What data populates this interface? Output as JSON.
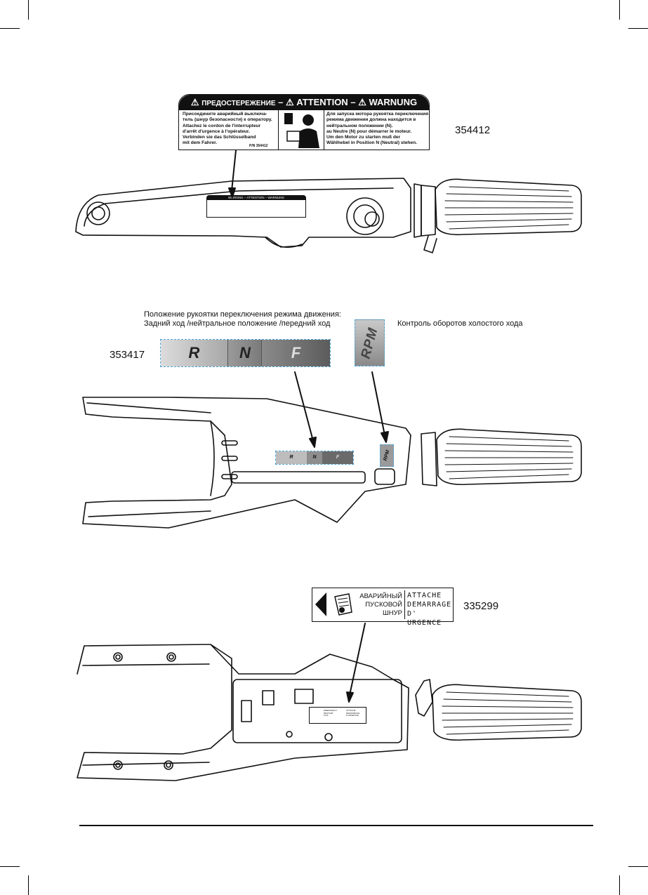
{
  "warning_label": {
    "header": {
      "ru": "ПРЕДОСТЕРЕЖЕНИЕ",
      "en": "ATTENTION",
      "de": "WARNUNG",
      "dash": "–"
    },
    "left_lines": [
      "Присоедините аварийный выключа-",
      "тель (шнур безопасности) к оператору.",
      "Attachez le cordon de l'interrupteur",
      "d'arrêt d'urgence à l'opérateur.",
      "Verbinden sie das Schlüsselband",
      "mit dem Fahrer."
    ],
    "part_ref": "P/N 354412",
    "right_lines": [
      "Для запуска мотора рукоятка переключения",
      "режима движении должна находится в",
      "нейтральном положении (N).",
      "au Neutre (N) pour démarrer le moteur.",
      "Um den Motor zu starten muß der",
      "Wählhebel in Position N (Neutral) stehen."
    ],
    "part_number": "354412",
    "mini_header": "WARNING – ATTENTION – WARNUNG"
  },
  "gear_section": {
    "caption_line1": "Положение рукоятки переключения режима движения:",
    "caption_line2": "Задний ход /нейтральное положение /передний ход",
    "part_number": "353417",
    "segments": [
      "R",
      "N",
      "F"
    ],
    "rpm_label": "RPM",
    "rpm_caption": "Контроль оборотов холостого хода"
  },
  "emergency_label": {
    "cyrillic_lines": [
      "АВАРИЙНЫЙ",
      "ПУСКОВОЙ",
      "ШНУР"
    ],
    "french_lines": [
      "ATTACHE",
      "DEMARRAGE",
      "D' URGENCE"
    ],
    "part_number": "335299",
    "mini_en": [
      "EMERGENCY",
      "RESTART",
      "CLIP"
    ],
    "mini_fr": [
      "ATTACHE",
      "DEMARRAGE",
      "D'URGENCE"
    ]
  },
  "colors": {
    "ink": "#111111",
    "dashed_outline": "#4aa3d6",
    "label_gray": "#9a9a9a"
  }
}
